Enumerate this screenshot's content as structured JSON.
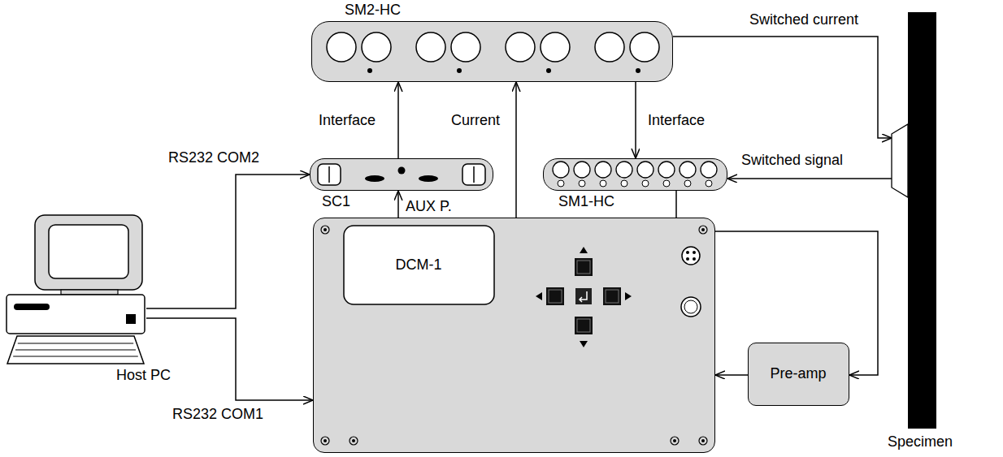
{
  "diagram": {
    "nodes": [
      {
        "text": [
          "SM2-HC"
        ]
      },
      {
        "text": [
          "SC1"
        ]
      },
      {
        "text": [
          "SM1-HC"
        ]
      },
      {
        "text": [
          "Specimen"
        ]
      },
      {
        "text": [
          "Host PC"
        ]
      },
      {
        "text": [
          "DCM-1"
        ]
      },
      {
        "text": [
          "Pre-amp"
        ]
      }
    ],
    "edges": [
      {
        "from": 1,
        "to": 0,
        "label": "Interface",
        "arrow": "to"
      },
      {
        "from": 5,
        "to": 1,
        "label": "AUX P.",
        "arrow": "to"
      },
      {
        "from": 5,
        "to": 0,
        "label": "Current",
        "arrow": "to"
      },
      {
        "from": 0,
        "to": 2,
        "label": "Interface",
        "arrow": "to"
      },
      {
        "from": 0,
        "to": 3,
        "label": "Switched current",
        "arrow": "to"
      },
      {
        "from": 3,
        "to": 2,
        "label": "Switched signal",
        "arrow": "to"
      },
      {
        "from": 2,
        "to": 6,
        "arrow": "to"
      },
      {
        "from": 6,
        "to": 5,
        "arrow": "to"
      },
      {
        "from": 4,
        "to": 1,
        "label": "RS232 COM2",
        "arrow": "to"
      },
      {
        "from": 4,
        "to": 5,
        "label": "RS232 COM1",
        "arrow": "to"
      }
    ]
  }
}
